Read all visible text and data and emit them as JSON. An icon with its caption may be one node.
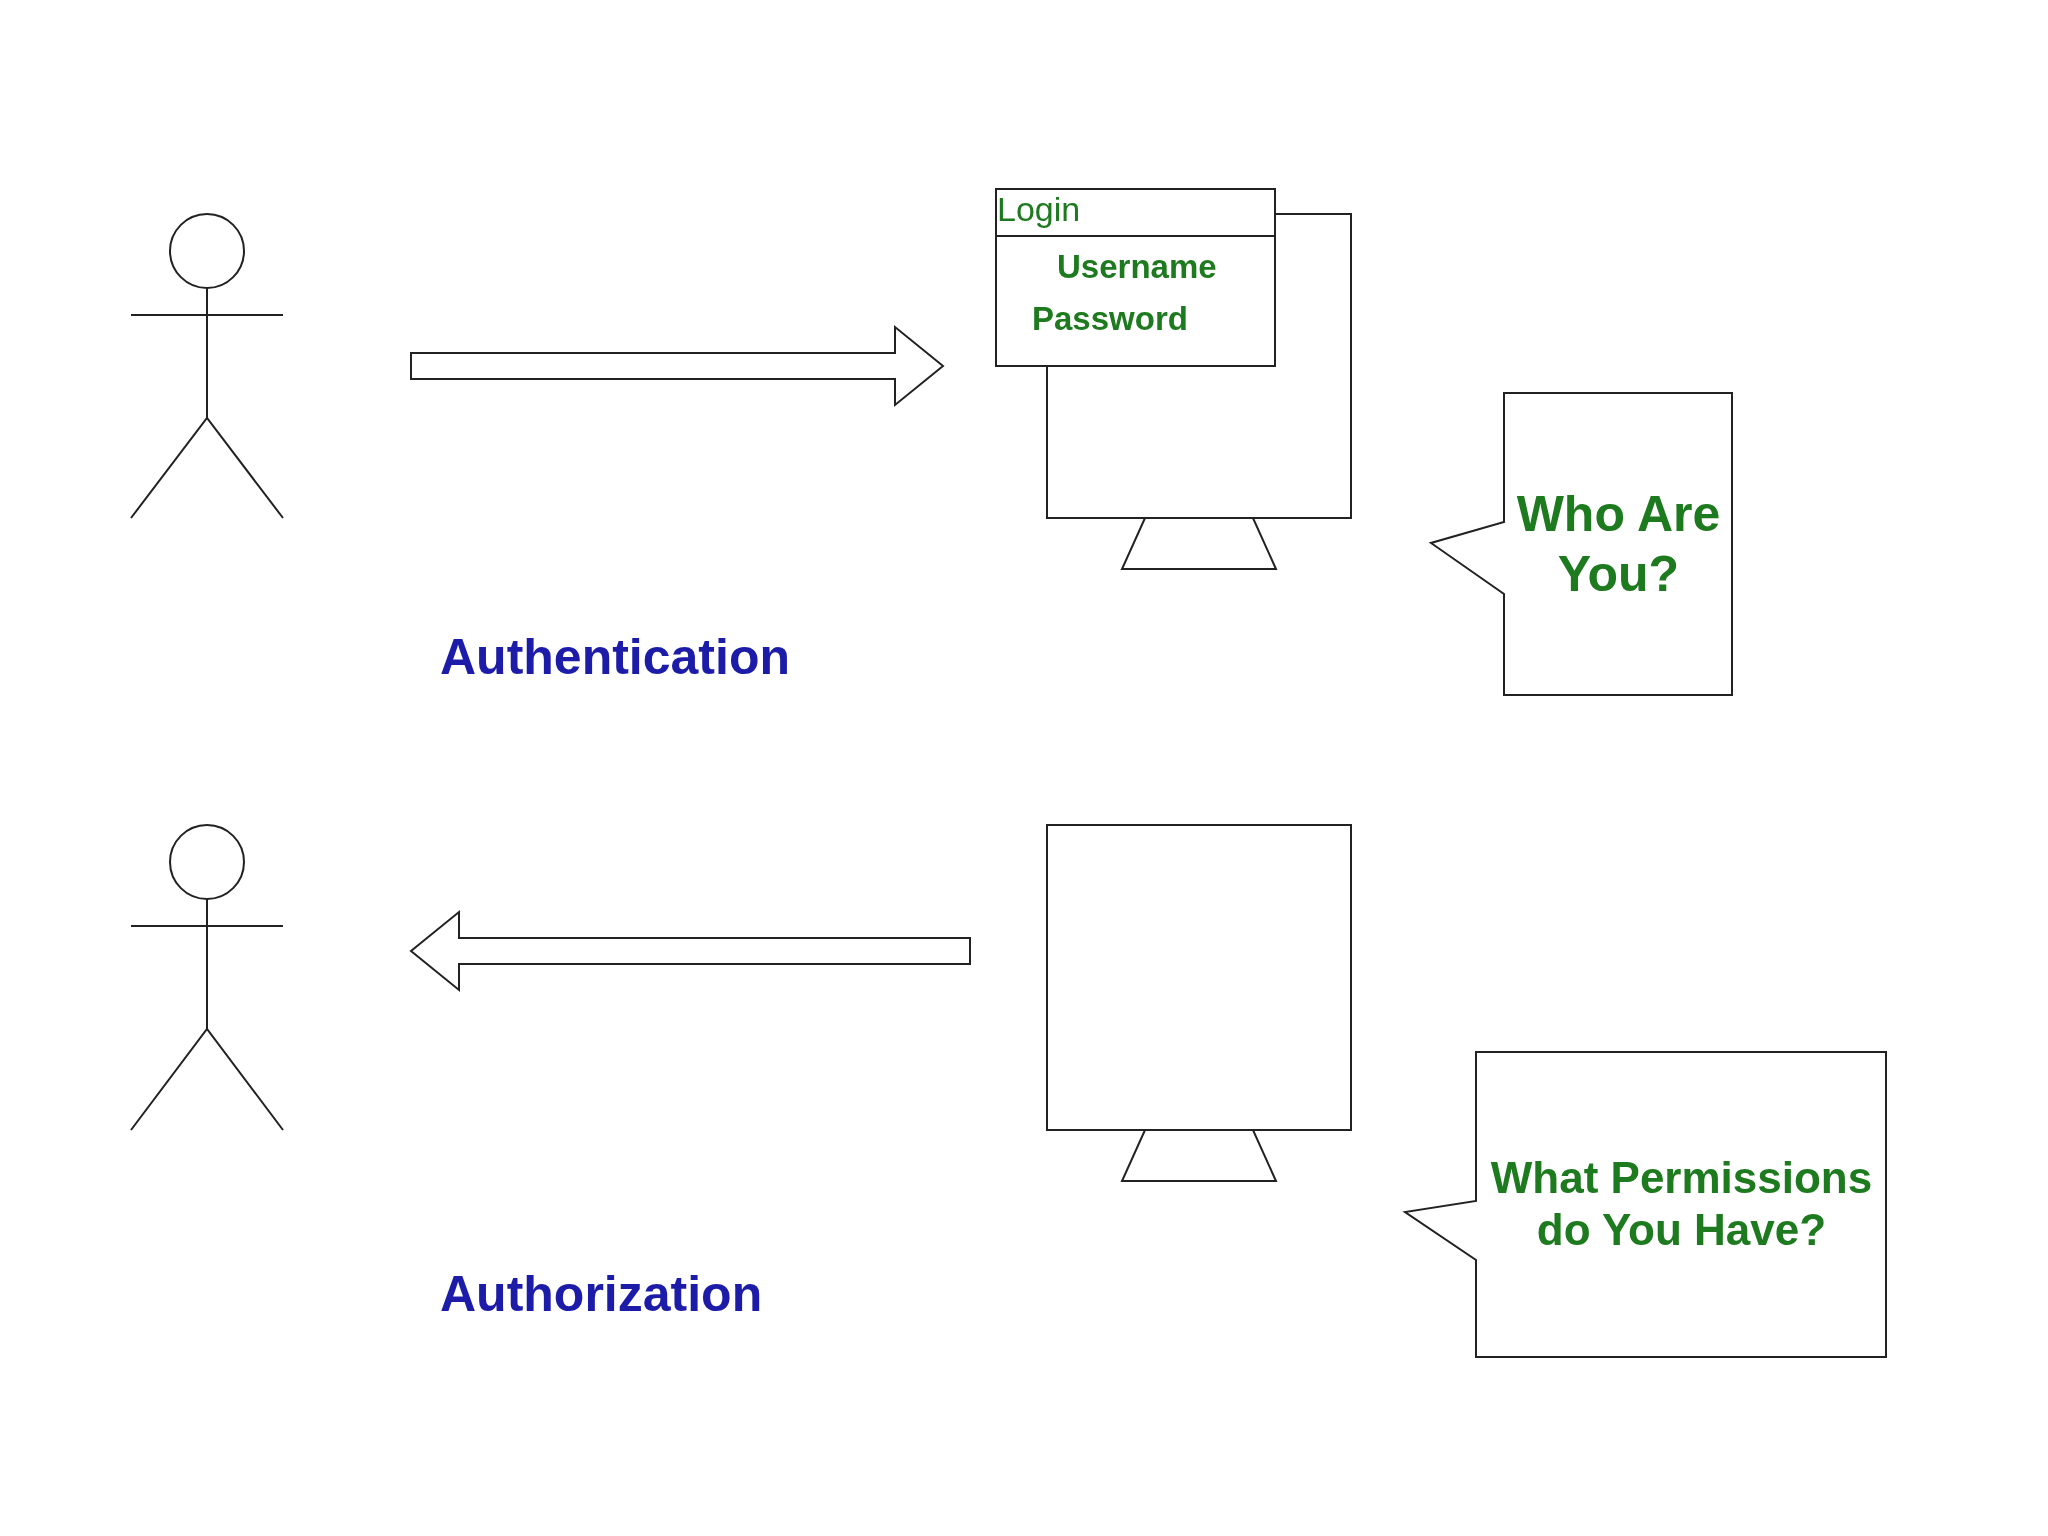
{
  "diagram": {
    "nodes": [
      {
        "text": [],
        "shape": "person"
      },
      {
        "text": [],
        "shape": "monitor"
      },
      {
        "text": [
          "Login",
          "Username",
          "Password"
        ]
      },
      {
        "text": [
          "Who Are You?"
        ]
      },
      {
        "text": [],
        "shape": "person"
      },
      {
        "text": [],
        "shape": "monitor"
      },
      {
        "text": [
          "What Permissions do You Have?"
        ]
      }
    ],
    "edges": [
      {
        "from": 0,
        "to": 1,
        "arrow": "to"
      },
      {
        "from": 5,
        "to": 4,
        "arrow": "to"
      }
    ],
    "labels": [
      "Authentication",
      "Authorization"
    ]
  }
}
